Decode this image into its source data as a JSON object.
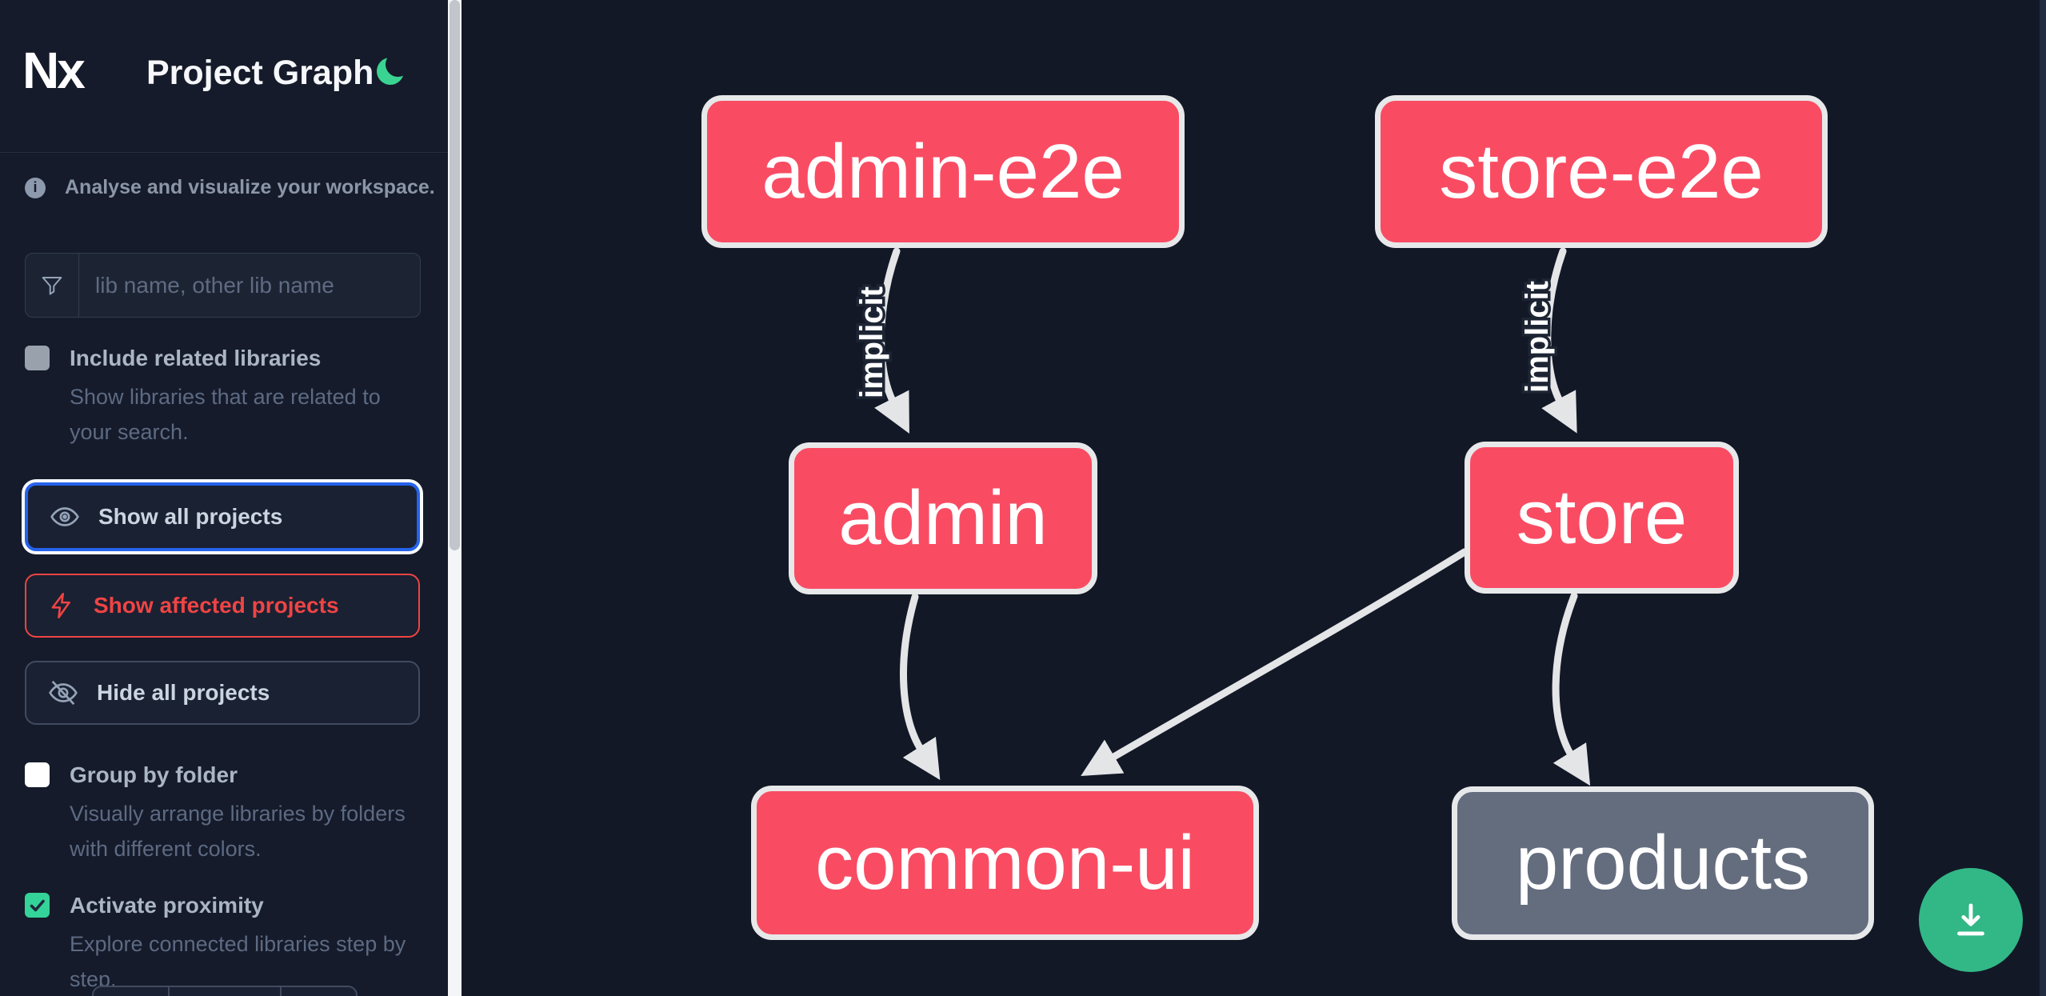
{
  "app": {
    "logo_text": "Nx",
    "title": "Project Graph"
  },
  "sidebar": {
    "tagline": "Analyse and visualize your workspace.",
    "search": {
      "placeholder": "lib name, other lib name"
    },
    "include_related": {
      "label": "Include related libraries",
      "description": "Show libraries that are related to your search.",
      "checked": false,
      "disabled": true
    },
    "actions": {
      "show_all": "Show all projects",
      "show_affected": "Show affected projects",
      "hide_all": "Hide all projects"
    },
    "group_by_folder": {
      "label": "Group by folder",
      "description": "Visually arrange libraries by folders with different colors.",
      "checked": false
    },
    "activate_proximity": {
      "label": "Activate proximity",
      "description": "Explore connected libraries step by step.",
      "checked": true
    }
  },
  "graph": {
    "nodes": [
      {
        "id": "admin-e2e",
        "label": "admin-e2e",
        "color": "#f94c63"
      },
      {
        "id": "store-e2e",
        "label": "store-e2e",
        "color": "#f94c63"
      },
      {
        "id": "admin",
        "label": "admin",
        "color": "#f94c63"
      },
      {
        "id": "store",
        "label": "store",
        "color": "#f94c63"
      },
      {
        "id": "common-ui",
        "label": "common-ui",
        "color": "#f94c63"
      },
      {
        "id": "products",
        "label": "products",
        "color": "#646d7e"
      }
    ],
    "edges": [
      {
        "from": "admin-e2e",
        "to": "admin",
        "label": "implicit"
      },
      {
        "from": "store-e2e",
        "to": "store",
        "label": "implicit"
      },
      {
        "from": "admin",
        "to": "common-ui",
        "label": ""
      },
      {
        "from": "store",
        "to": "common-ui",
        "label": ""
      },
      {
        "from": "store",
        "to": "products",
        "label": ""
      }
    ]
  },
  "fab": {
    "icon": "download"
  },
  "colors": {
    "sidebar_bg": "#151b2a",
    "canvas_bg": "#121826",
    "node_pink": "#f94c63",
    "node_gray": "#646d7e",
    "node_border": "#e7e8ea",
    "edge": "#e4e5e7",
    "accent_green": "#34d399",
    "fab_green": "#32b786",
    "focus_blue": "#2563eb",
    "affected_red": "#ef4444"
  }
}
